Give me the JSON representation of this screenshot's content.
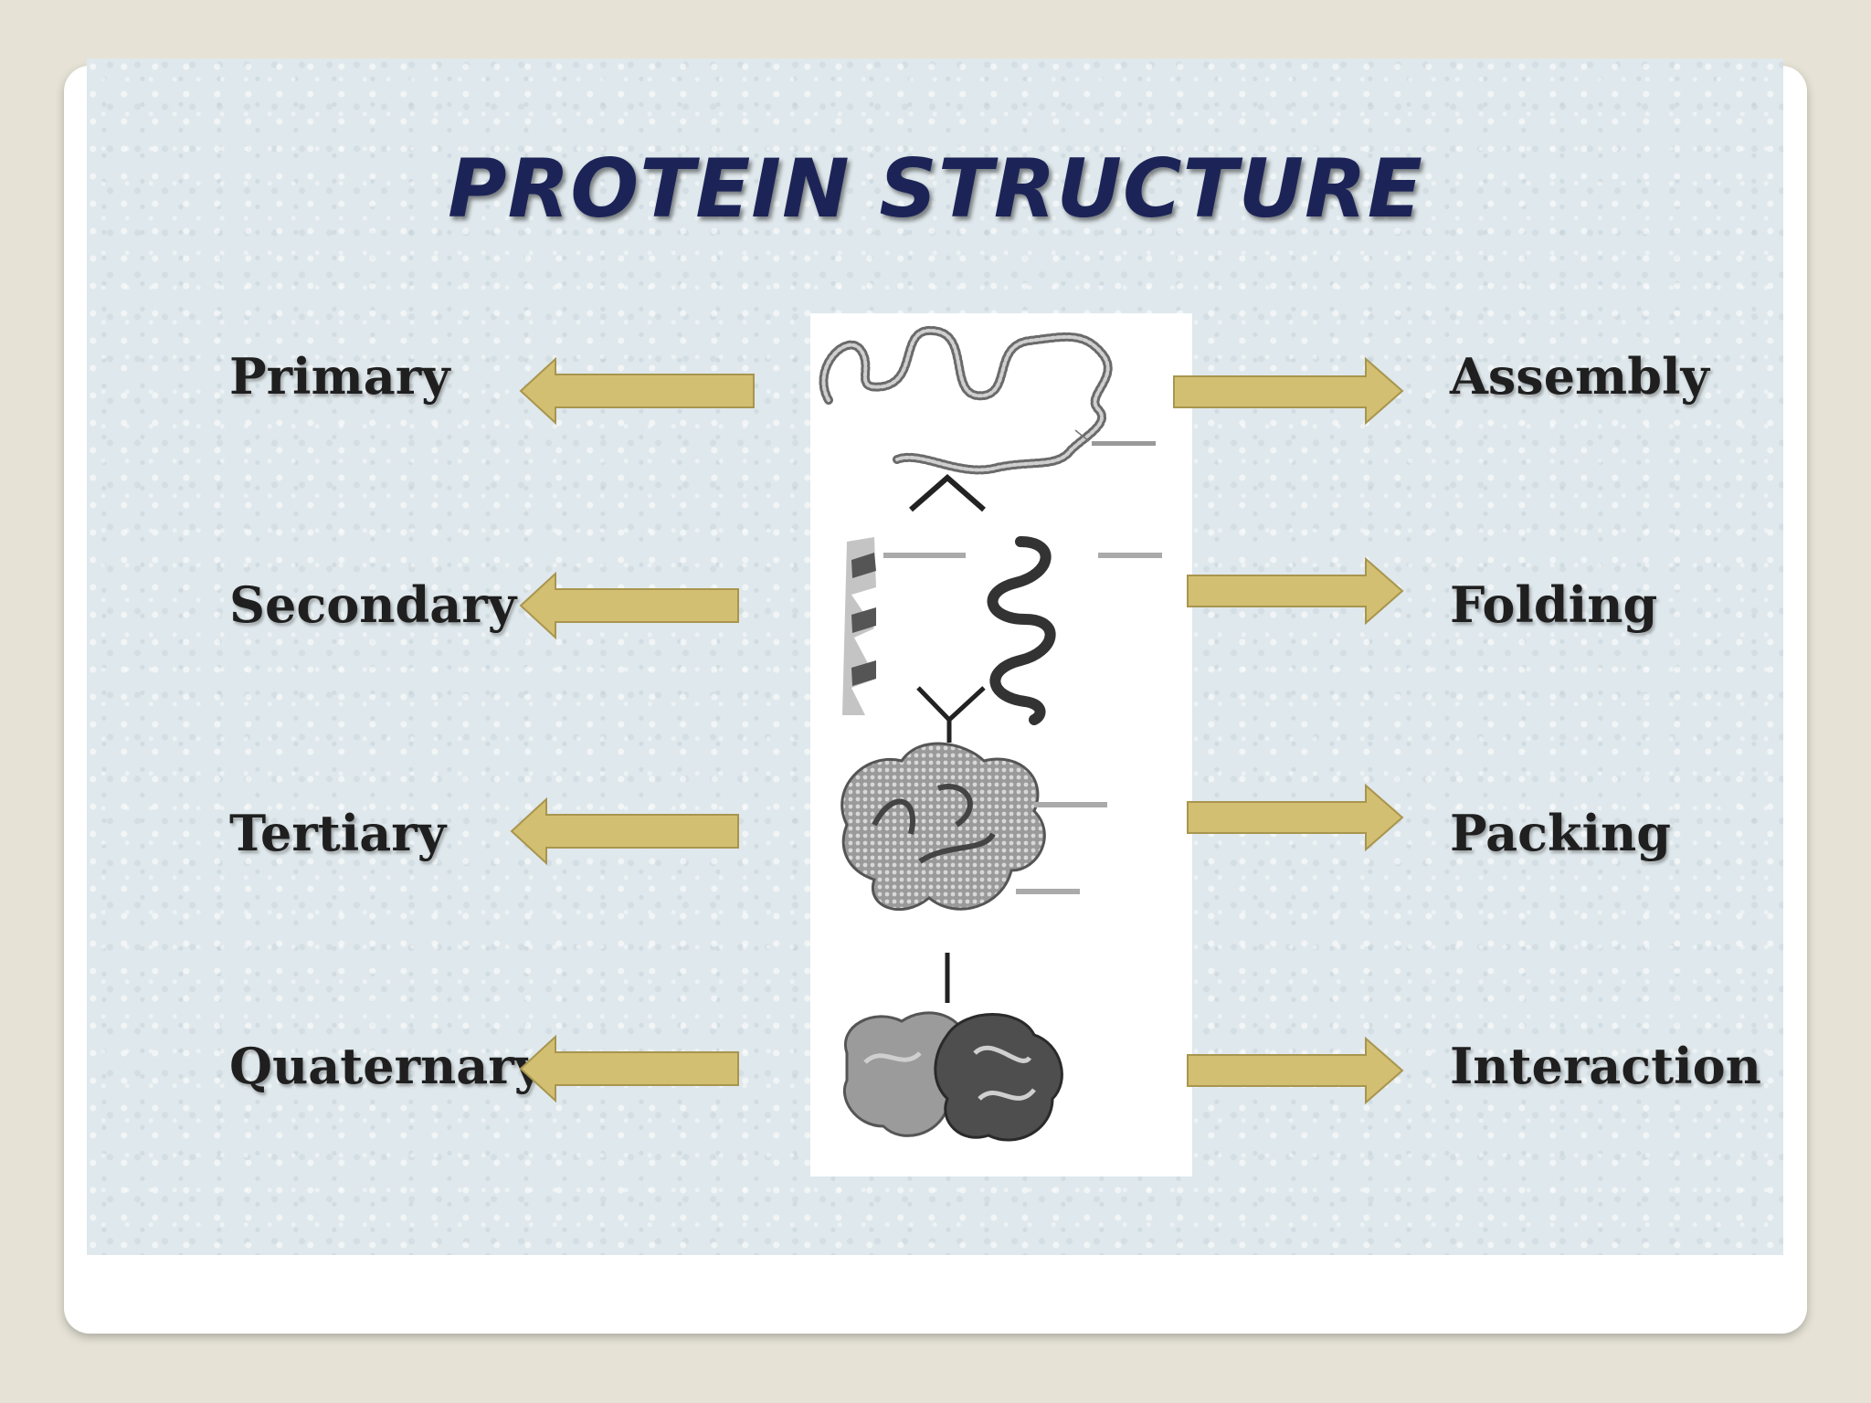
{
  "title": "PROTEIN STRUCTURE",
  "left_labels": [
    "Primary",
    "Secondary",
    "Tertiary",
    "Quaternary"
  ],
  "right_labels": [
    "Assembly",
    "Folding",
    "Packing",
    "Interaction"
  ],
  "colors": {
    "arrow": "#d3bf71",
    "arrow_edge": "#a8954f",
    "title": "#1c2457"
  }
}
